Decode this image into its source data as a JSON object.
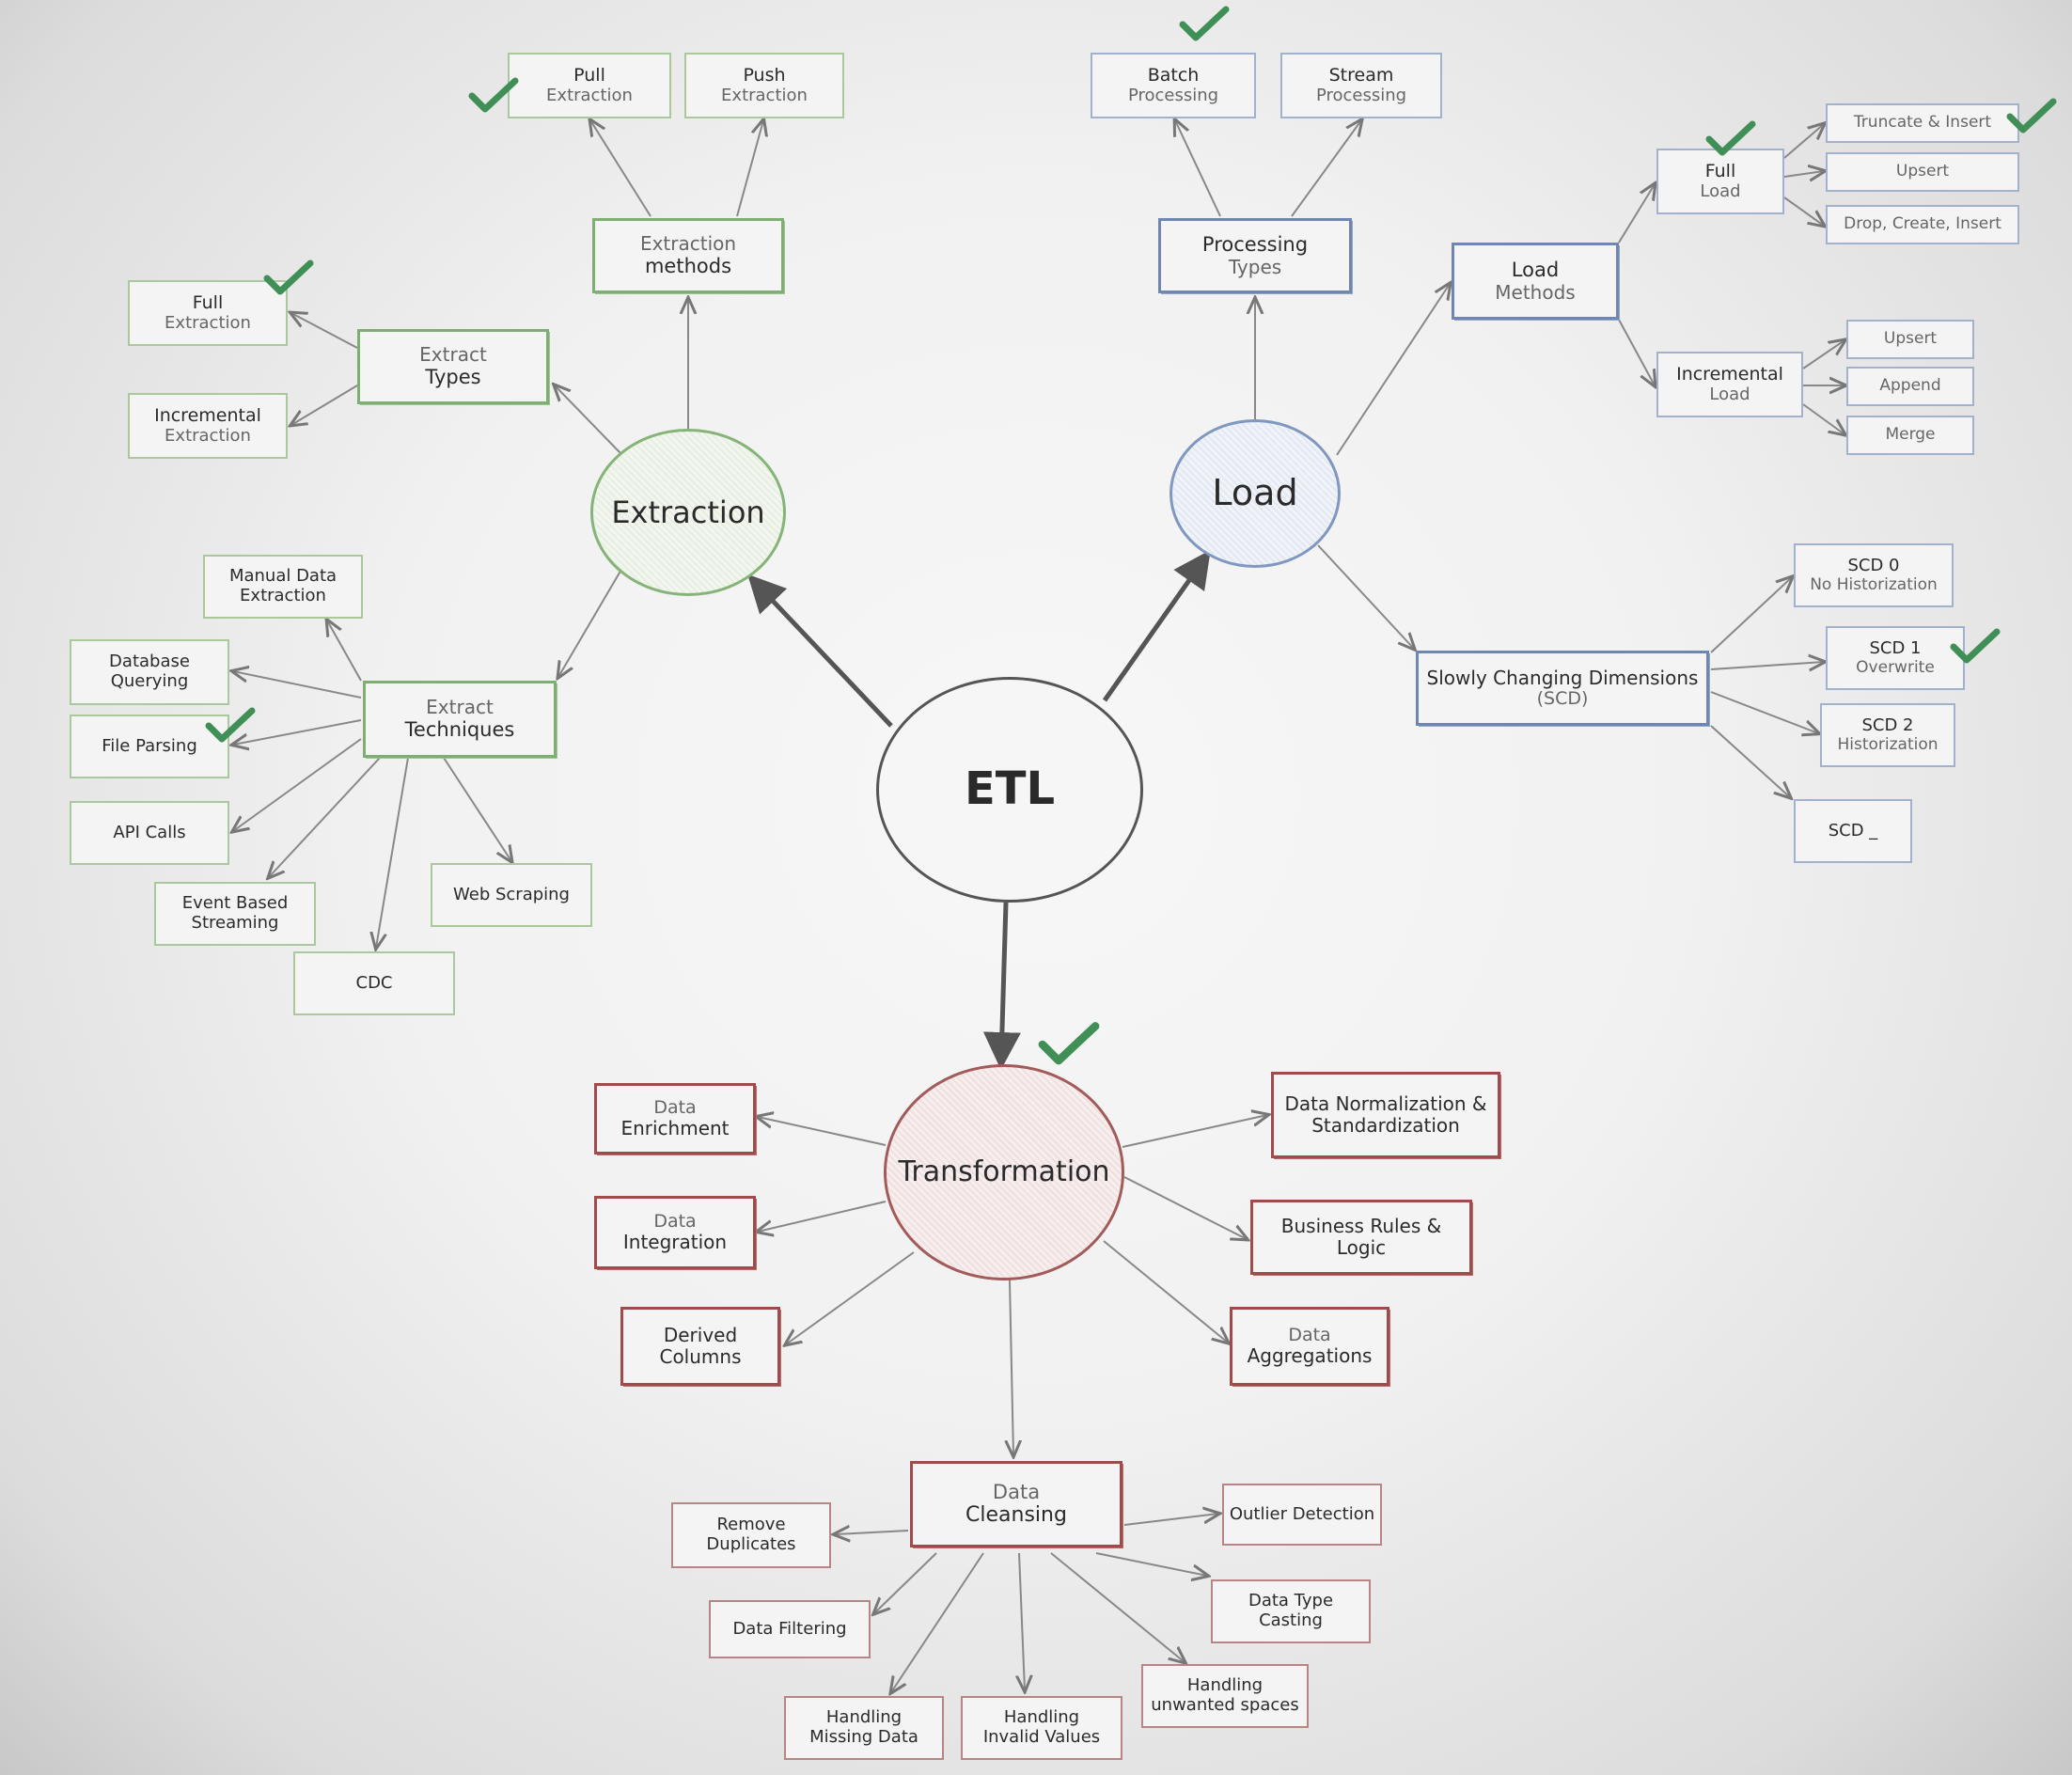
{
  "center": "ETL",
  "hubs": {
    "extraction": "Extraction",
    "load": "Load",
    "transformation": "Transformation"
  },
  "extraction": {
    "methods": {
      "label1": "Extraction",
      "label2": "methods",
      "pull": {
        "l1": "Pull",
        "l2": "Extraction"
      },
      "push": {
        "l1": "Push",
        "l2": "Extraction"
      }
    },
    "types": {
      "label1": "Extract",
      "label2": "Types",
      "full": {
        "l1": "Full",
        "l2": "Extraction"
      },
      "incremental": {
        "l1": "Incremental",
        "l2": "Extraction"
      }
    },
    "techniques": {
      "label1": "Extract",
      "label2": "Techniques",
      "manual": {
        "l1": "Manual Data",
        "l2": "Extraction"
      },
      "database": {
        "l1": "Database",
        "l2": "Querying"
      },
      "file": "File Parsing",
      "api": "API Calls",
      "event": {
        "l1": "Event Based",
        "l2": "Streaming"
      },
      "cdc": "CDC",
      "web": "Web Scraping"
    }
  },
  "load": {
    "processing": {
      "label1": "Processing",
      "label2": "Types",
      "batch": {
        "l1": "Batch",
        "l2": "Processing"
      },
      "stream": {
        "l1": "Stream",
        "l2": "Processing"
      }
    },
    "methods": {
      "label1": "Load",
      "label2": "Methods",
      "full": {
        "l1": "Full",
        "l2": "Load",
        "truncate": "Truncate & Insert",
        "upsert": "Upsert",
        "drop": "Drop, Create, Insert"
      },
      "incremental": {
        "l1": "Incremental",
        "l2": "Load",
        "upsert": "Upsert",
        "append": "Append",
        "merge": "Merge"
      }
    },
    "scd": {
      "label1": "Slowly Changing Dimensions",
      "label2": "(SCD)",
      "scd0": {
        "l1": "SCD 0",
        "l2": "No Historization"
      },
      "scd1": {
        "l1": "SCD 1",
        "l2": "Overwrite"
      },
      "scd2": {
        "l1": "SCD 2",
        "l2": "Historization"
      },
      "scdn": "SCD _"
    }
  },
  "transformation": {
    "enrichment": {
      "l1": "Data",
      "l2": "Enrichment"
    },
    "integration": {
      "l1": "Data",
      "l2": "Integration"
    },
    "derived": {
      "l1": "Derived",
      "l2": "Columns"
    },
    "normalization": {
      "l1": "Data Normalization &",
      "l2": "Standardization"
    },
    "business": {
      "l1": "Business Rules &",
      "l2": "Logic"
    },
    "aggregations": {
      "l1": "Data",
      "l2": "Aggregations"
    },
    "cleansing": {
      "label1": "Data",
      "label2": "Cleansing",
      "duplicates": {
        "l1": "Remove",
        "l2": "Duplicates"
      },
      "filtering": "Data Filtering",
      "missing": {
        "l1": "Handling",
        "l2": "Missing Data"
      },
      "invalid": {
        "l1": "Handling",
        "l2": "Invalid Values"
      },
      "spaces": {
        "l1": "Handling",
        "l2": "unwanted spaces"
      },
      "casting": {
        "l1": "Data Type",
        "l2": "Casting"
      },
      "outlier": "Outlier Detection"
    }
  },
  "colors": {
    "extraction": "#7fae72",
    "load": "#6f86b0",
    "transformation": "#a04a4a",
    "check": "#3f8f57"
  }
}
